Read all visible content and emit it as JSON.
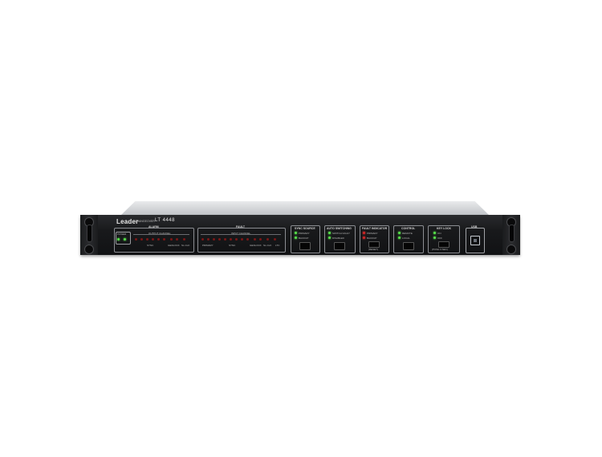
{
  "device": {
    "brand": "Leader",
    "subtitle": "CHANGEOVER",
    "model": "LT 4448"
  },
  "alarm": {
    "title": "ALARM",
    "power_label": "POWER",
    "output_channel_label": "OUTPUT CHANNEL",
    "sub_labels": [
      "SYNC",
      "GENLOCK",
      "SL.CLK"
    ]
  },
  "fault": {
    "title": "FAULT",
    "input_channel_label": "INPUT CHANNEL",
    "sub_labels": [
      "SYNC",
      "PRIMARY",
      "GENLOCK",
      "SL.CLK",
      "LTC"
    ]
  },
  "sync_source": {
    "title": "SYNC SOURCE",
    "options": [
      "PRIMARY",
      "BACKUP"
    ]
  },
  "auto_switching": {
    "title": "AUTO SWITCHING",
    "options": [
      "SWITCH FAULT",
      "DISABLED"
    ]
  },
  "fault_indicator": {
    "title": "FAULT INDICATOR",
    "options": [
      "PRIMARY",
      "BACKUP"
    ],
    "footer": "(RESET)"
  },
  "control": {
    "title": "CONTROL",
    "options": [
      "REMOTE",
      "LOCAL"
    ]
  },
  "key_lock": {
    "title": "KEY LOCK",
    "options": [
      "ON",
      "OFF"
    ],
    "footer": "(PUSH 3 SEC)"
  },
  "usb": {
    "title": "USB",
    "icon": "usb-b-port-icon"
  },
  "colors": {
    "led_green": "#55e04a",
    "led_red": "#d22525",
    "panel": "#18191b"
  }
}
